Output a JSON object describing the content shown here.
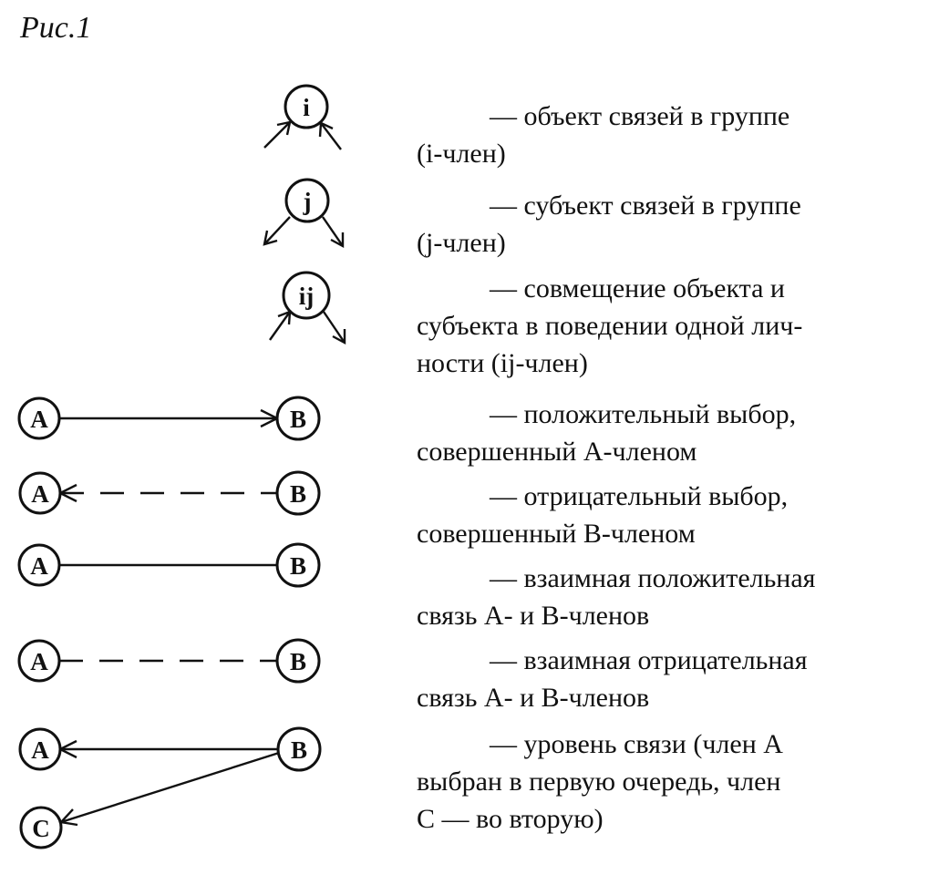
{
  "figure_label": "Рис.1",
  "nodes": {
    "i": "i",
    "j": "j",
    "ij": "ij",
    "a": "A",
    "b": "B",
    "c": "C"
  },
  "legend": [
    {
      "id": "object",
      "line1": "— объект связей в группе",
      "line2": "(i-член)"
    },
    {
      "id": "subject",
      "line1": "— субъект связей в группе",
      "line2": "(j-член)"
    },
    {
      "id": "combined",
      "line1": "— совмещение объекта и",
      "line2": "субъекта в поведении одной лич-",
      "line3": "ности (ij-член)"
    },
    {
      "id": "positive-choice",
      "line1": "— положительный выбор,",
      "line2": "совершенный А-членом"
    },
    {
      "id": "negative-choice",
      "line1": "— отрицательный выбор,",
      "line2": "совершенный В-членом"
    },
    {
      "id": "mutual-positive",
      "line1": "— взаимная положительная",
      "line2": "связь А- и В-членов"
    },
    {
      "id": "mutual-negative",
      "line1": "— взаимная отрицательная",
      "line2": "связь А- и В-членов"
    },
    {
      "id": "link-level",
      "line1": "— уровень связи (член А",
      "line2": "выбран в первую очередь, член",
      "line3": "С — во вторую)"
    }
  ]
}
